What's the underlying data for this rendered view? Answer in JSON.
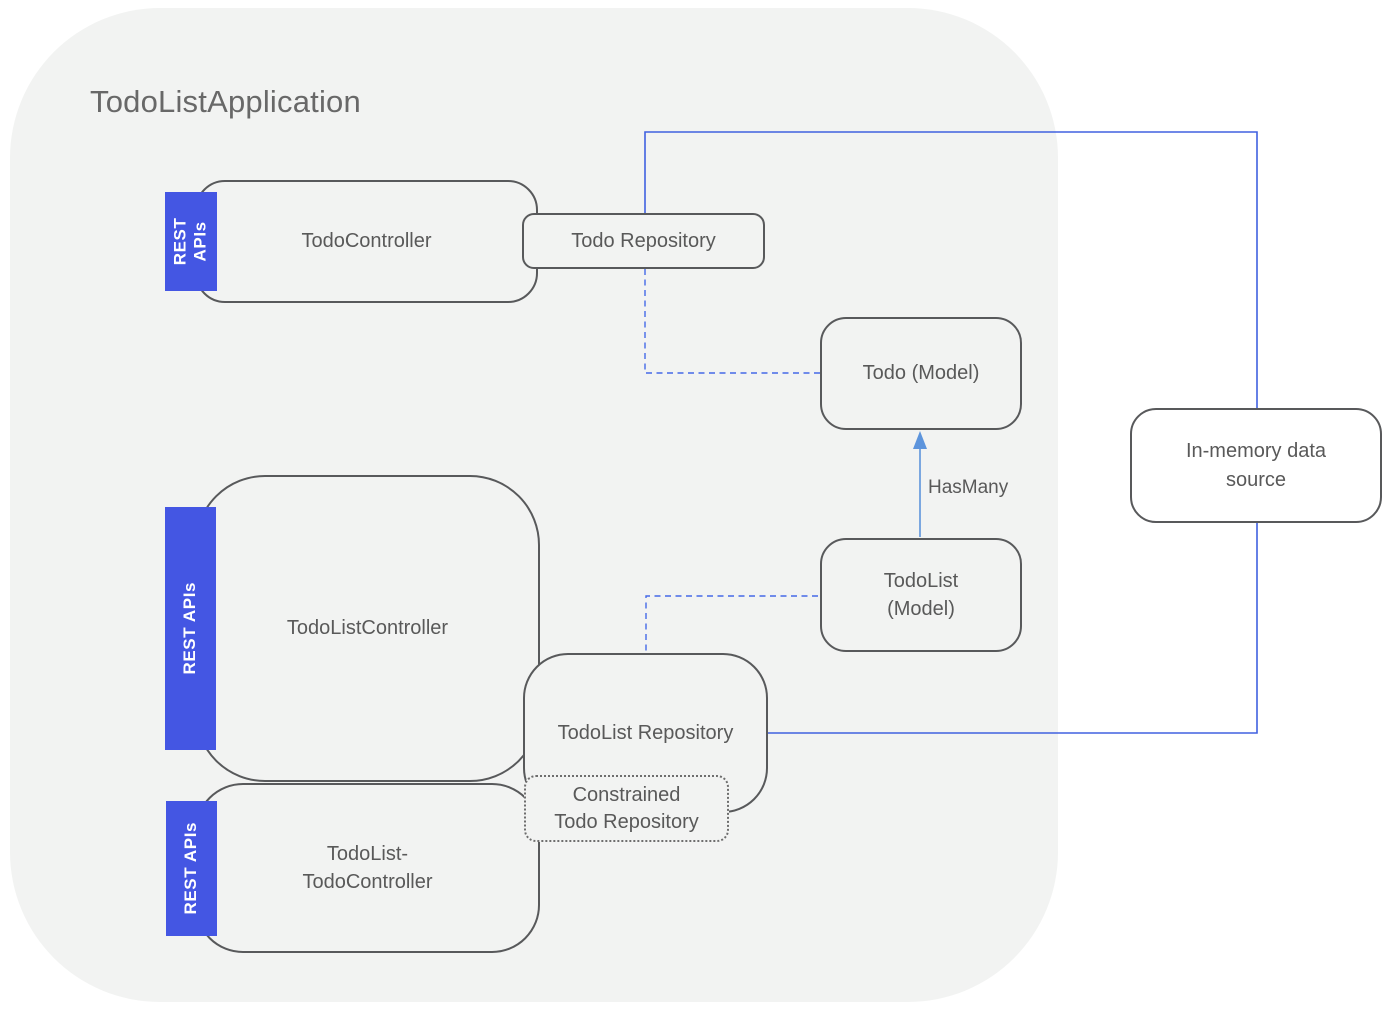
{
  "diagram": {
    "title": "TodoListApplication",
    "nodes": {
      "todo_controller": {
        "label": "TodoController"
      },
      "todo_repository": {
        "label": "Todo Repository"
      },
      "todo_model": {
        "label": "Todo (Model)"
      },
      "in_memory_datasource": {
        "label": "In-memory data\nsource"
      },
      "todolist_controller": {
        "label": "TodoListController"
      },
      "todolist_model": {
        "label": "TodoList\n(Model)"
      },
      "todolist_repository": {
        "label": "TodoList Repository"
      },
      "constrained_todo_repository": {
        "label": "Constrained\nTodo Repository"
      },
      "todolist_todo_controller": {
        "label": "TodoList-\nTodoController"
      }
    },
    "badges": {
      "rest_apis_stacked": "REST\nAPIs",
      "rest_apis": "REST APIs"
    },
    "edges": {
      "has_many_label": "HasMany"
    },
    "colors": {
      "container_fill": "#f2f3f2",
      "node_border_gray": "#58595b",
      "node_text_gray": "#595959",
      "title_gray": "#686868",
      "badge_blue": "#4456e3",
      "connector_blue": "#4061e0",
      "arrow_blue": "#5d94dc",
      "in_memory_fill": "#ffffff"
    }
  }
}
